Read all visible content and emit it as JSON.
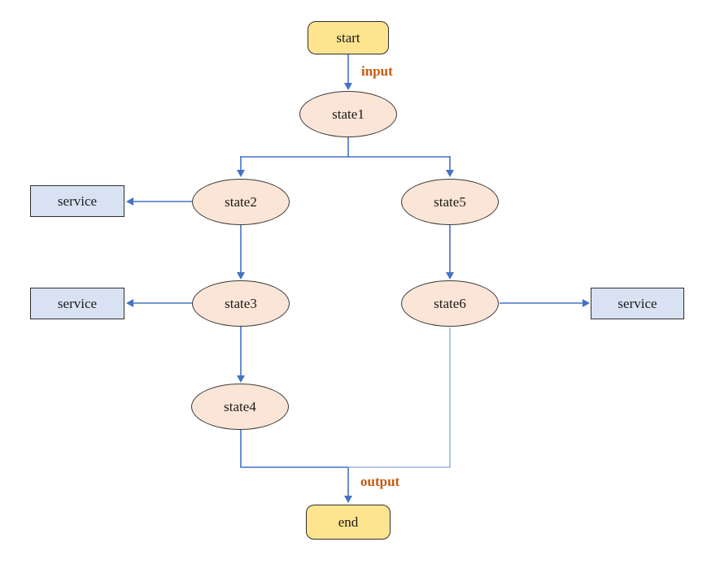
{
  "diagram": {
    "nodes": {
      "start": {
        "label": "start",
        "type": "terminal"
      },
      "state1": {
        "label": "state1",
        "type": "state"
      },
      "state2": {
        "label": "state2",
        "type": "state"
      },
      "state3": {
        "label": "state3",
        "type": "state"
      },
      "state4": {
        "label": "state4",
        "type": "state"
      },
      "state5": {
        "label": "state5",
        "type": "state"
      },
      "state6": {
        "label": "state6",
        "type": "state"
      },
      "service1": {
        "label": "service",
        "type": "service"
      },
      "service2": {
        "label": "service",
        "type": "service"
      },
      "service3": {
        "label": "service",
        "type": "service"
      },
      "end": {
        "label": "end",
        "type": "terminal"
      }
    },
    "edge_labels": {
      "input": "input",
      "output": "output"
    },
    "edges": [
      {
        "from": "start",
        "to": "state1",
        "label": "input"
      },
      {
        "from": "state1",
        "to": "state2"
      },
      {
        "from": "state1",
        "to": "state5"
      },
      {
        "from": "state2",
        "to": "service1"
      },
      {
        "from": "state2",
        "to": "state3"
      },
      {
        "from": "state3",
        "to": "service2"
      },
      {
        "from": "state3",
        "to": "state4"
      },
      {
        "from": "state5",
        "to": "state6"
      },
      {
        "from": "state6",
        "to": "service3"
      },
      {
        "from": "state4",
        "to": "end",
        "label": "output"
      },
      {
        "from": "state6",
        "to": "end",
        "label": "output"
      }
    ],
    "colors": {
      "terminal_fill": "#FFE48F",
      "terminal_border": "#2E2E2E",
      "state_fill": "#FBE5D6",
      "state_border": "#3B3B3B",
      "service_fill": "#D9E2F3",
      "service_border": "#2E2E2E",
      "connector": "#4472C4",
      "connector_light": "#9DB2DF",
      "label_color": "#C55A11"
    }
  }
}
